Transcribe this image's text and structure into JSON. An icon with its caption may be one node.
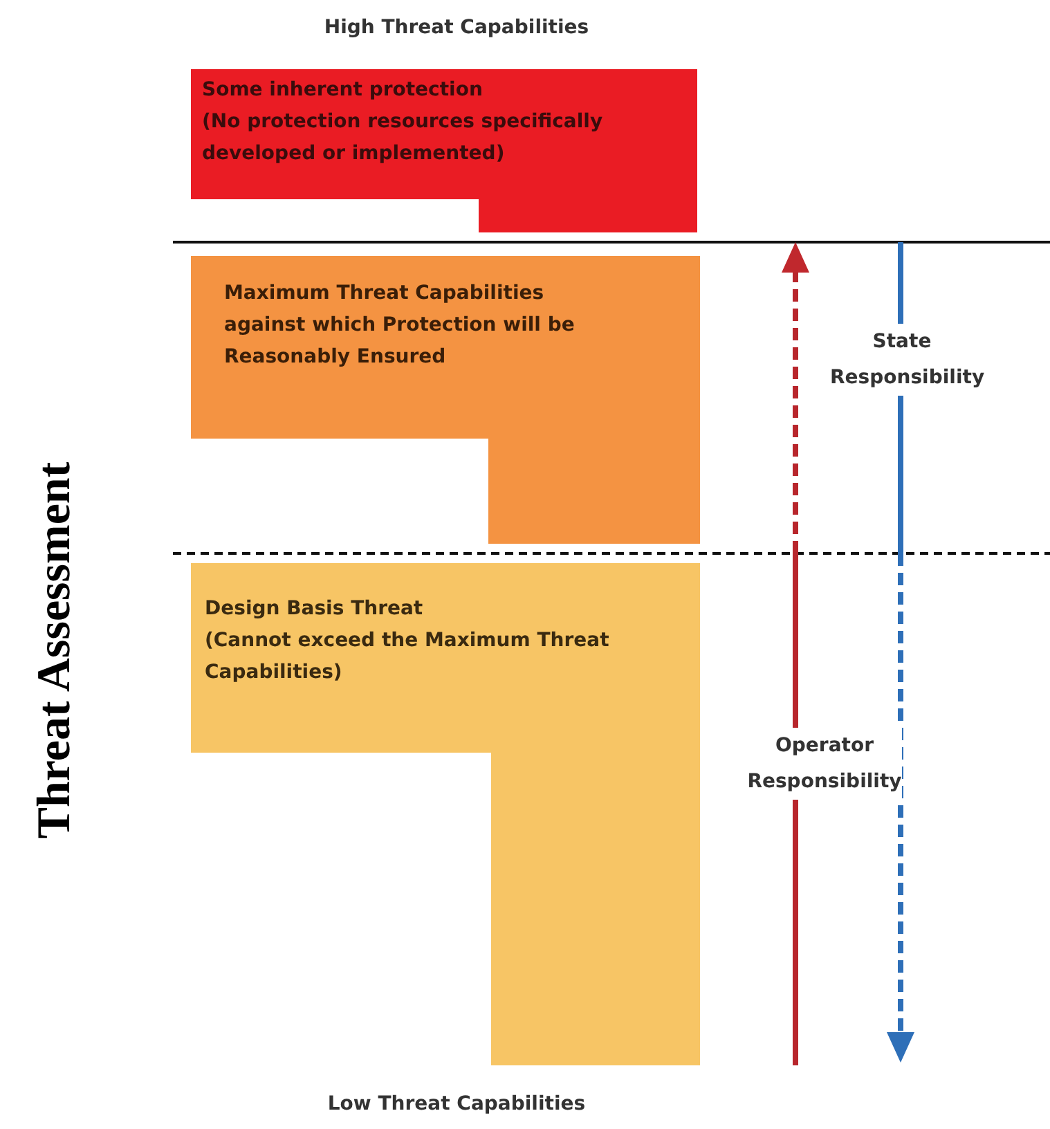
{
  "diagram": {
    "nodes": [
      {
        "text": [
          "Some inherent protection",
          "(No protection resources specifically developed or implemented)"
        ]
      },
      {
        "text": [
          "Maximum Threat Capabilities against which Protection will be Reasonably Ensured"
        ]
      },
      {
        "text": [
          "Design Basis Threat",
          "(Cannot exceed the Maximum Threat Capabilities)"
        ]
      }
    ],
    "edges": [],
    "labels": [
      "High Threat Capabilities",
      "Threat Assessment",
      "State Responsibility",
      "Operator Responsibility",
      "Low Threat Capabilities"
    ]
  }
}
